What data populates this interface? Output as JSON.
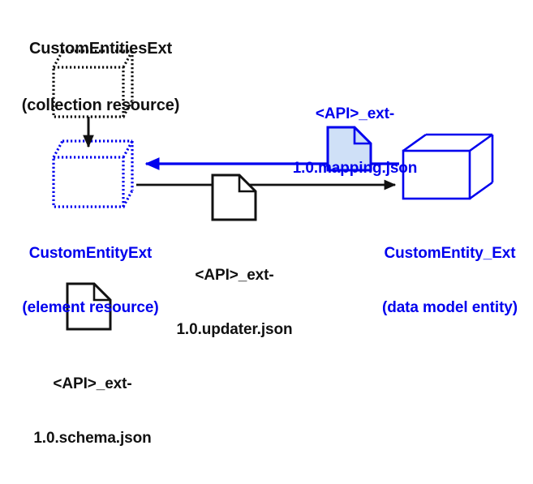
{
  "diagram": {
    "title": "CustomEntitiesExt extension diagram",
    "background_color": "#ffffff",
    "colors": {
      "black": "#111111",
      "blue": "#0000EE",
      "blue_fill": "#cfe0f7"
    },
    "nodes": {
      "collection_resource": {
        "shape": "cube-dotted",
        "stroke": "#111111",
        "label_line1": "CustomEntitiesExt",
        "label_line2": "(collection resource)"
      },
      "element_resource": {
        "shape": "cube-dotted",
        "stroke": "#0000EE",
        "label_line1": "CustomEntityExt",
        "label_line2": "(element resource)"
      },
      "data_model_entity": {
        "shape": "cube-solid",
        "stroke": "#0000EE",
        "label_line1": "CustomEntity_Ext",
        "label_line2": "(data model entity)"
      },
      "mapping_file": {
        "shape": "document",
        "stroke": "#0000EE",
        "fill": "#cfe0f7",
        "label_line1": "<API>_ext-",
        "label_line2": "1.0.mapping.json"
      },
      "updater_file": {
        "shape": "document",
        "stroke": "#111111",
        "fill": "#ffffff",
        "label_line1": "<API>_ext-",
        "label_line2": "1.0.updater.json"
      },
      "schema_file": {
        "shape": "document",
        "stroke": "#111111",
        "fill": "#ffffff",
        "label_line1": "<API>_ext-",
        "label_line2": "1.0.schema.json"
      }
    },
    "edges": [
      {
        "name": "collection-to-element",
        "from": "collection_resource",
        "to": "element_resource",
        "color": "#111111",
        "direction": "down",
        "style": "solid"
      },
      {
        "name": "entity-to-element-via-mapping",
        "from": "data_model_entity",
        "to": "element_resource",
        "color": "#0000EE",
        "direction": "left",
        "style": "solid",
        "passes_through": "mapping_file"
      },
      {
        "name": "element-to-entity-via-updater",
        "from": "element_resource",
        "to": "data_model_entity",
        "color": "#111111",
        "direction": "right",
        "style": "solid",
        "passes_through": "updater_file"
      }
    ]
  }
}
